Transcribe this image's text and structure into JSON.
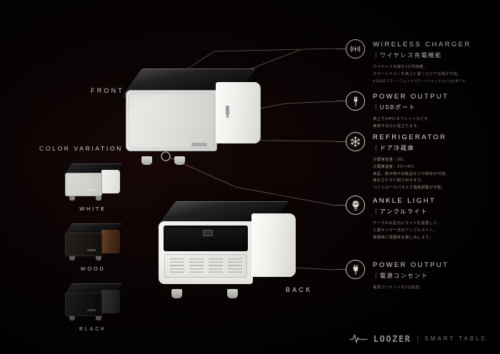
{
  "background": {
    "base_color": "#050202",
    "glow_color": "#160707"
  },
  "views": {
    "front_label": "FRONT",
    "back_label": "BACK"
  },
  "color_variation": {
    "title": "COLOR VARIATION",
    "items": [
      {
        "name": "WHITE",
        "swatch_color": "#e0e0dc"
      },
      {
        "name": "WOOD",
        "swatch_color": "#5a3620"
      },
      {
        "name": "BLACK",
        "swatch_color": "#141414"
      }
    ]
  },
  "features": [
    {
      "icon": "wireless-charger-icon",
      "title_en": "WIRELESS CHARGER",
      "title_jp": "｜ワイヤレス充電機能",
      "desc": [
        "ワイヤレス充電を2か所搭載。",
        "スマートフォンを卓上に置くだけで充電が可能。"
      ],
      "note": "※対応のスマートフォンやスマートウォッチなどが必要です。"
    },
    {
      "icon": "usb-port-icon",
      "title_en": "POWER OUTPUT",
      "title_jp": "｜USBポート",
      "desc": [
        "卓上でのPC/タブレットなどを",
        "使用するのに役立ちます。"
      ],
      "note": ""
    },
    {
      "icon": "refrigerator-icon",
      "title_en": "REFRIGERATOR",
      "title_jp": "｜ドア冷蔵庫",
      "desc": [
        "冷蔵庫容量｜65L",
        "冷蔵庫温度｜3℃〜8℃",
        "食品、飲み物や化粧品などの保存が可能。",
        "席を立たずに取り出せます。",
        "コントロールパネルで温度調整が可能。"
      ],
      "note": ""
    },
    {
      "icon": "ankle-light-icon",
      "title_en": "ANKLE LIGHT",
      "title_jp": "｜アンクルライト",
      "desc": [
        "テーブルの足元にライトを設置した、",
        "人感センサー式のアンクルライト。",
        "夜間時に雰囲気を醸し出します。"
      ],
      "note": ""
    },
    {
      "icon": "power-outlet-icon",
      "title_en": "POWER OUTPUT",
      "title_jp": "｜電源コンセント",
      "desc": [
        "電源コンセントを2口設置。"
      ],
      "note": ""
    }
  ],
  "footer": {
    "brand": "LOOZER",
    "divider": "|",
    "tagline": "SMART TABLE"
  }
}
